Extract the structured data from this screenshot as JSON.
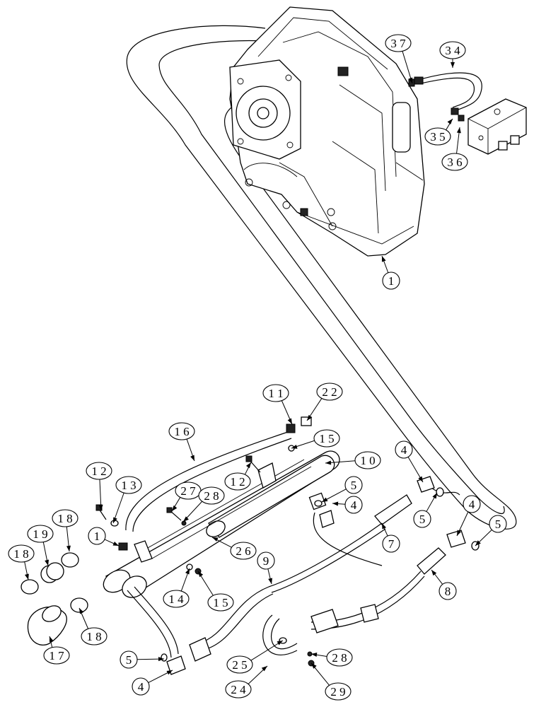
{
  "callouts": [
    {
      "label": "1 1",
      "target": [
        413,
        600
      ]
    },
    {
      "label": "2 2",
      "target": [
        434,
        595
      ]
    },
    {
      "label": "1 6",
      "target": [
        275,
        652
      ]
    },
    {
      "label": "1 5",
      "target": [
        412,
        634
      ]
    },
    {
      "label": "1 0",
      "target": [
        460,
        655
      ]
    },
    {
      "label": "4",
      "target": [
        598,
        682
      ]
    },
    {
      "label": "1 2",
      "target": [
        143,
        722
      ]
    },
    {
      "label": "1 3",
      "target": [
        160,
        740
      ]
    },
    {
      "label": "1 2",
      "target": [
        355,
        654
      ]
    },
    {
      "label": "2 7",
      "target": [
        243,
        723
      ]
    },
    {
      "label": "2 8",
      "target": [
        259,
        738
      ]
    },
    {
      "label": "5",
      "target": [
        455,
        710
      ]
    },
    {
      "label": "4",
      "target": [
        470,
        712
      ]
    },
    {
      "label": "5",
      "target": [
        618,
        697
      ]
    },
    {
      "label": "1 8",
      "target": [
        98,
        780
      ]
    },
    {
      "label": "1 9",
      "target": [
        68,
        800
      ]
    },
    {
      "label": "1",
      "target": [
        168,
        772
      ]
    },
    {
      "label": "7",
      "target": [
        540,
        740
      ]
    },
    {
      "label": "4",
      "target": [
        646,
        758
      ]
    },
    {
      "label": "5",
      "target": [
        672,
        772
      ]
    },
    {
      "label": "1 8",
      "target": [
        40,
        820
      ]
    },
    {
      "label": "2 6",
      "target": [
        300,
        760
      ]
    },
    {
      "label": "9",
      "target": [
        384,
        826
      ]
    },
    {
      "label": "1 4",
      "target": [
        268,
        804
      ]
    },
    {
      "label": "1 5",
      "target": [
        280,
        808
      ]
    },
    {
      "label": "8",
      "target": [
        610,
        806
      ]
    },
    {
      "label": "1 8",
      "target": [
        112,
        860
      ]
    },
    {
      "label": "1 7",
      "target": [
        70,
        900
      ]
    },
    {
      "label": "5",
      "target": [
        232,
        932
      ]
    },
    {
      "label": "2 5",
      "target": [
        400,
        906
      ]
    },
    {
      "label": "2 8",
      "target": [
        440,
        925
      ]
    },
    {
      "label": "4",
      "target": [
        244,
        948
      ]
    },
    {
      "label": "2 4",
      "target": [
        378,
        942
      ]
    },
    {
      "label": "2 9",
      "target": [
        440,
        938
      ]
    },
    {
      "label": "1",
      "target": [
        540,
        362
      ]
    },
    {
      "label": "3 7",
      "target": [
        583,
        118
      ]
    },
    {
      "label": "3 4",
      "target": [
        640,
        96
      ]
    },
    {
      "label": "3 5",
      "target": [
        640,
        168
      ]
    },
    {
      "label": "3 6",
      "target": [
        650,
        180
      ]
    }
  ]
}
